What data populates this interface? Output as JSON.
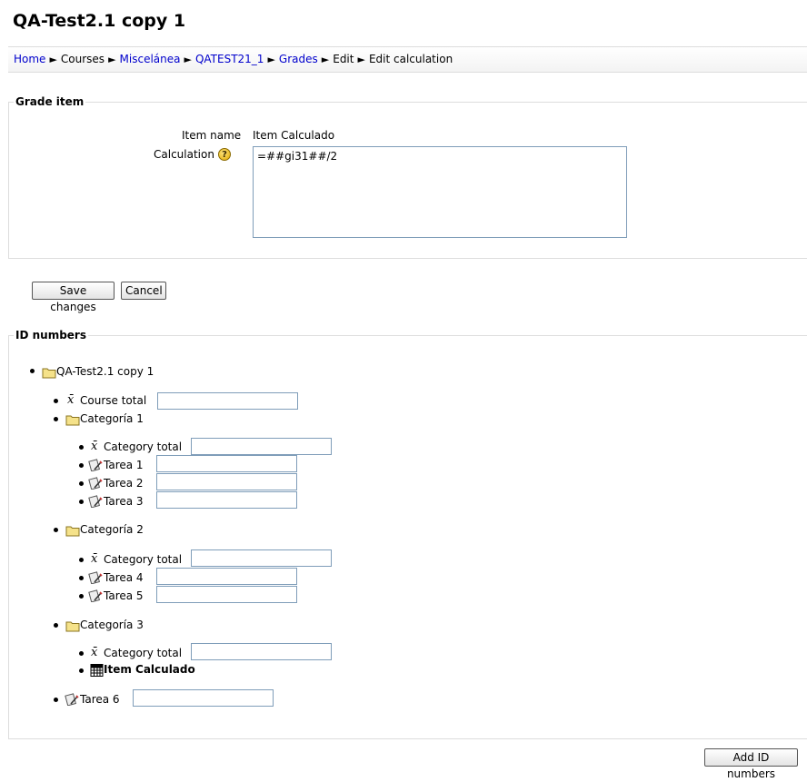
{
  "page": {
    "title": "QA-Test2.1 copy 1"
  },
  "breadcrumb": {
    "items": [
      {
        "label": "Home",
        "link": true
      },
      {
        "label": "Courses",
        "link": false
      },
      {
        "label": "Miscelánea",
        "link": true
      },
      {
        "label": "QATEST21_1",
        "link": true
      },
      {
        "label": "Grades",
        "link": true
      },
      {
        "label": "Edit",
        "link": false
      },
      {
        "label": "Edit calculation",
        "link": false
      }
    ],
    "separator": "►"
  },
  "grade_item": {
    "legend": "Grade item",
    "item_name_label": "Item name",
    "item_name_value": "Item Calculado",
    "calculation_label": "Calculation",
    "calculation_value": "=##gi31##/2",
    "help_glyph": "?"
  },
  "buttons": {
    "save": "Save changes",
    "cancel": "Cancel",
    "add_id": "Add ID numbers"
  },
  "id_numbers": {
    "legend": "ID numbers",
    "root": "QA-Test2.1 copy 1",
    "course_total": "Course total",
    "cat1": {
      "name": "Categoría 1",
      "total": "Category total",
      "items": [
        "Tarea 1",
        "Tarea 2",
        "Tarea 3"
      ]
    },
    "cat2": {
      "name": "Categoría 2",
      "total": "Category total",
      "items": [
        "Tarea 4",
        "Tarea 5"
      ]
    },
    "cat3": {
      "name": "Categoría 3",
      "total": "Category total",
      "calc_item": "Item Calculado"
    },
    "tarea6": "Tarea 6",
    "xbar": "x̄"
  },
  "icons": {
    "folder": "folder-icon",
    "total": "category-total-icon",
    "assignment": "assignment-icon",
    "calculator": "calculator-icon",
    "help": "help-icon"
  },
  "colors": {
    "link": "#0000cc",
    "input_border": "#7f9db9",
    "folder": "#f5e28a"
  }
}
